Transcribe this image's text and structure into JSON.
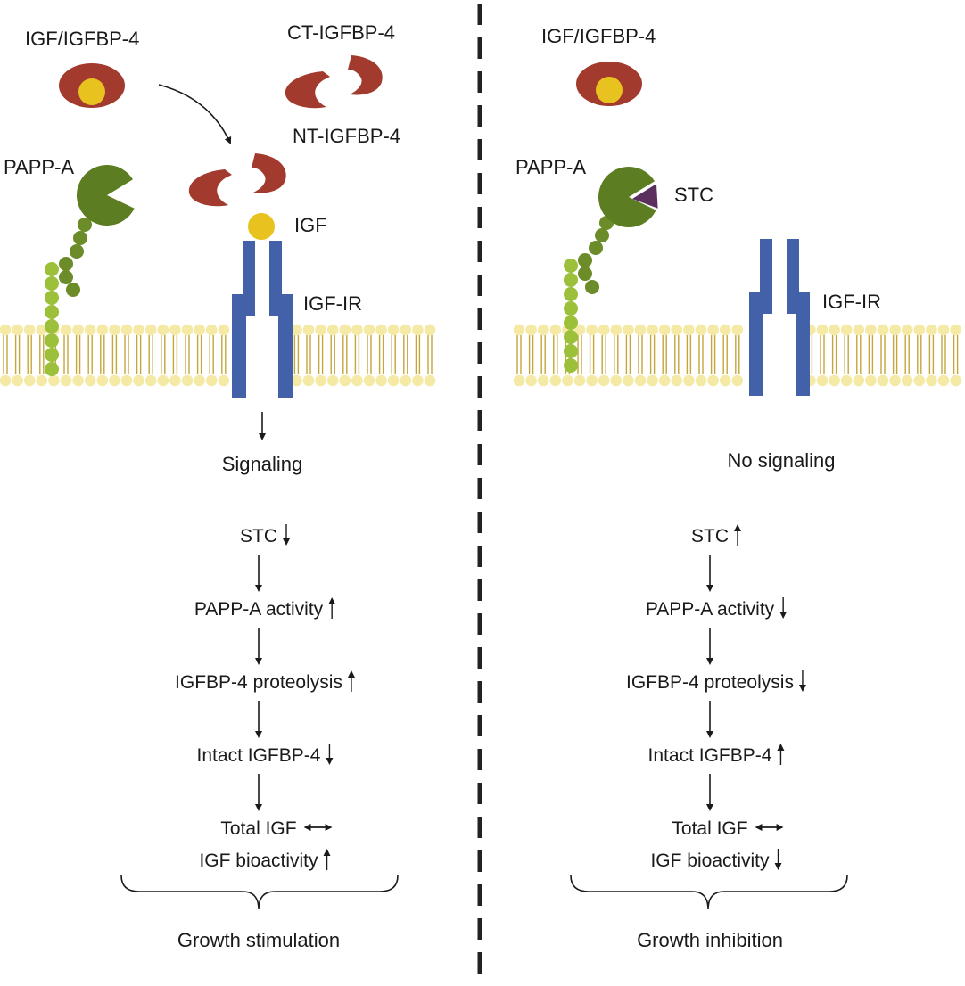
{
  "colors": {
    "igfbp4": "#a33a2e",
    "igf": "#e8c21e",
    "pappa_head": "#5c7d22",
    "pappa_chain_dark": "#6b8c28",
    "pappa_chain_light": "#9cc03a",
    "stc": "#5b2f5e",
    "receptor": "#4361a8",
    "membrane_head": "#f5e9a6",
    "membrane_tail": "#c4a63a",
    "divider": "#222222"
  },
  "left": {
    "complex_label": "IGF/IGFBP-4",
    "ct_label": "CT-IGFBP-4",
    "nt_label": "NT-IGFBP-4",
    "pappa_label": "PAPP-A",
    "igf_label": "IGF",
    "receptor_label": "IGF-IR",
    "signal_label": "Signaling",
    "flow": [
      {
        "text": "STC",
        "arrow": "↓"
      },
      {
        "text": "PAPP-A activity",
        "arrow": "↑"
      },
      {
        "text": "IGFBP-4 proteolysis",
        "arrow": "↑"
      },
      {
        "text": "Intact IGFBP-4",
        "arrow": "↓"
      },
      {
        "text": "Total IGF",
        "arrow": "↔"
      },
      {
        "text": "IGF bioactivity",
        "arrow": "↑"
      }
    ],
    "outcome": "Growth stimulation"
  },
  "right": {
    "complex_label": "IGF/IGFBP-4",
    "pappa_label": "PAPP-A",
    "stc_label": "STC",
    "receptor_label": "IGF-IR",
    "signal_label": "No signaling",
    "flow": [
      {
        "text": "STC",
        "arrow": "↑"
      },
      {
        "text": "PAPP-A activity",
        "arrow": "↓"
      },
      {
        "text": "IGFBP-4 proteolysis",
        "arrow": "↓"
      },
      {
        "text": "Intact IGFBP-4",
        "arrow": "↑"
      },
      {
        "text": "Total IGF",
        "arrow": "↔"
      },
      {
        "text": "IGF bioactivity",
        "arrow": "↓"
      }
    ],
    "outcome": "Growth inhibition"
  }
}
